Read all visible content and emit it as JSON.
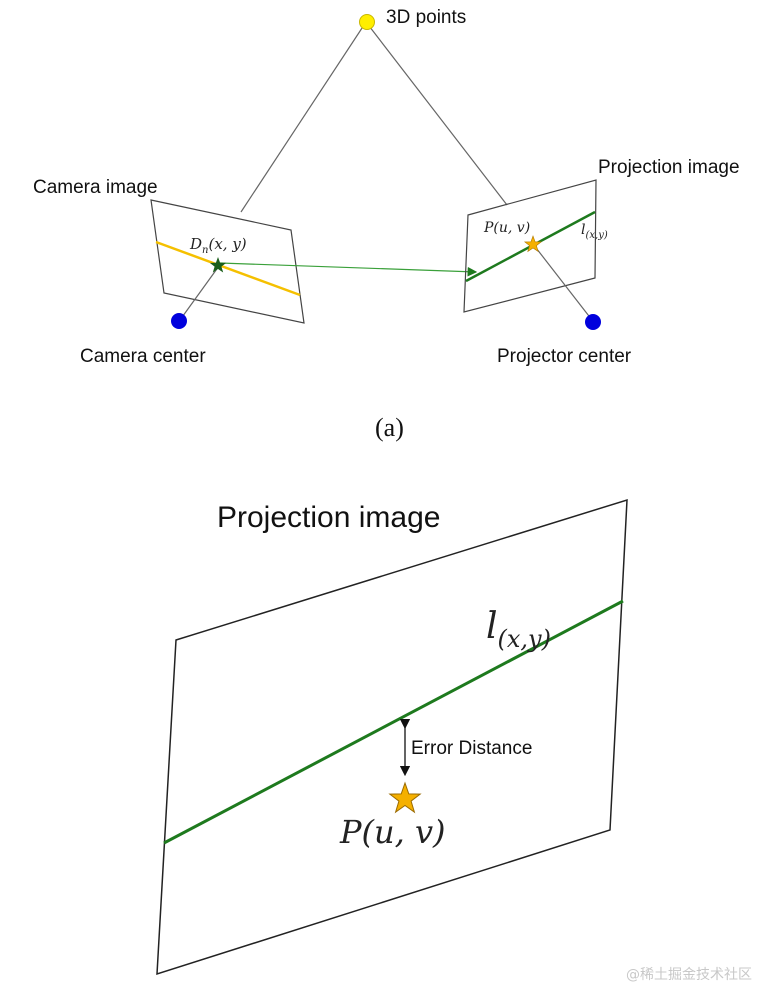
{
  "figure_a": {
    "points_label": "3D points",
    "camera_image_label": "Camera image",
    "projection_image_label": "Projection image",
    "camera_center_label": "Camera center",
    "projector_center_label": "Projector center",
    "dn_label": "D",
    "dn_sub": "n",
    "dn_args": "(x, y)",
    "p_label": "P(u, v)",
    "l_label": "l",
    "l_sub": "(x,y)",
    "caption": "(a)"
  },
  "figure_b": {
    "title": "Projection image",
    "l_label": "l",
    "l_sub": "(x,y)",
    "error_label": "Error Distance",
    "p_label": "P(u, v)"
  },
  "watermark": "@稀土掘金技术社区",
  "colors": {
    "point_3d": "#ffee00",
    "center": "#0000dd",
    "camera_line": "#f5c000",
    "projection_line": "#1e7a1e",
    "ray_line": "#3aa03a",
    "star_dark": "#1a5e1a",
    "star_gold": "#f5b000",
    "frame": "#444444"
  }
}
